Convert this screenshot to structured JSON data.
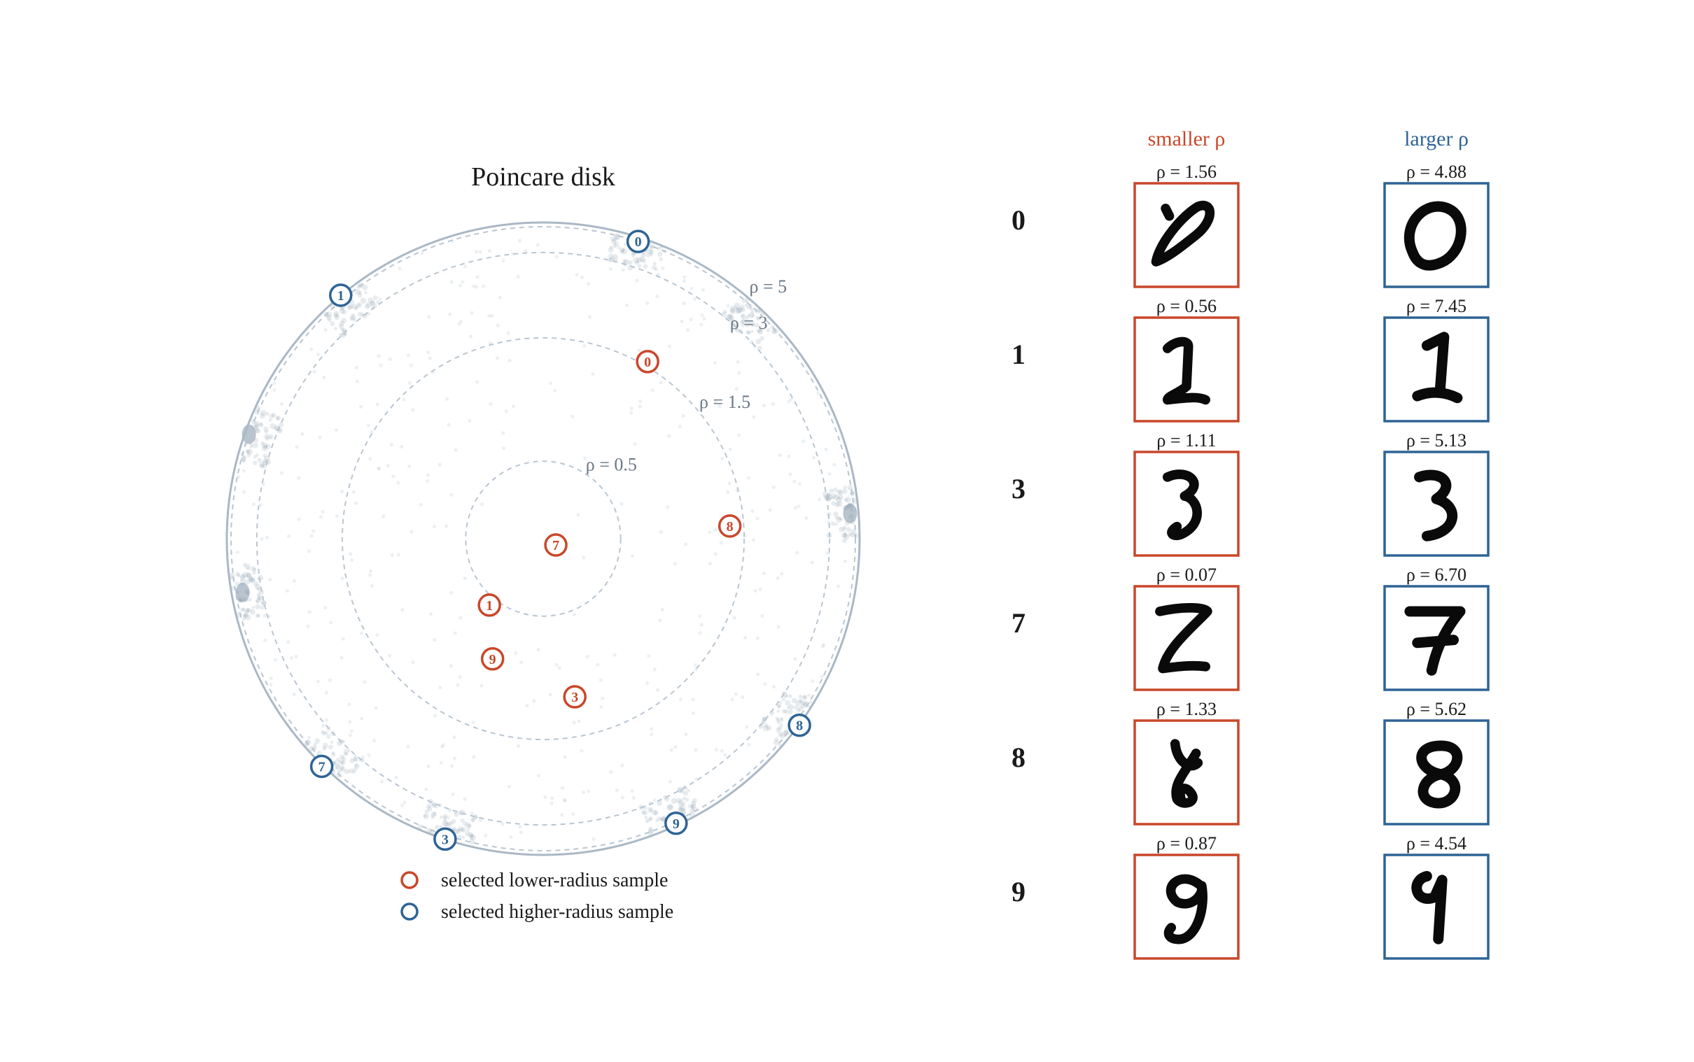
{
  "chart_data": [
    {
      "type": "scatter",
      "title": "Poincare disk",
      "xlim": [
        -1,
        1
      ],
      "ylim": [
        -1,
        1
      ],
      "disk_radius": 1.0,
      "contours": [
        {
          "rho": 0.5,
          "label": "ρ = 0.5"
        },
        {
          "rho": 1.5,
          "label": "ρ = 1.5"
        },
        {
          "rho": 3,
          "label": "ρ = 3"
        },
        {
          "rho": 5,
          "label": "ρ = 5"
        }
      ],
      "series": [
        {
          "name": "selected lower-radius sample",
          "color": "#c9472a",
          "points": [
            {
              "label": "0",
              "x": 0.33,
              "y": 0.56
            },
            {
              "label": "7",
              "x": 0.04,
              "y": -0.02
            },
            {
              "label": "8",
              "x": 0.59,
              "y": 0.04
            },
            {
              "label": "1",
              "x": -0.17,
              "y": -0.21
            },
            {
              "label": "9",
              "x": -0.16,
              "y": -0.38
            },
            {
              "label": "3",
              "x": 0.1,
              "y": -0.5
            }
          ]
        },
        {
          "name": "selected higher-radius sample",
          "color": "#2e6496",
          "points": [
            {
              "label": "0",
              "x": 0.3,
              "y": 0.94
            },
            {
              "label": "1",
              "x": -0.64,
              "y": 0.77
            },
            {
              "label": "8",
              "x": 0.81,
              "y": -0.59
            },
            {
              "label": "7",
              "x": -0.7,
              "y": -0.72
            },
            {
              "label": "3",
              "x": -0.31,
              "y": -0.95
            },
            {
              "label": "9",
              "x": 0.42,
              "y": -0.9
            }
          ]
        }
      ],
      "legend_position": "bottom-center"
    },
    {
      "type": "table",
      "column_headers": [
        "smaller ρ",
        "larger ρ"
      ],
      "rows": [
        {
          "digit": "0",
          "smaller": "ρ = 1.56",
          "larger": "ρ = 4.88"
        },
        {
          "digit": "1",
          "smaller": "ρ = 0.56",
          "larger": "ρ = 7.45"
        },
        {
          "digit": "3",
          "smaller": "ρ = 1.11",
          "larger": "ρ = 5.13"
        },
        {
          "digit": "7",
          "smaller": "ρ = 0.07",
          "larger": "ρ = 6.70"
        },
        {
          "digit": "8",
          "smaller": "ρ = 1.33",
          "larger": "ρ = 5.62"
        },
        {
          "digit": "9",
          "smaller": "ρ = 0.87",
          "larger": "ρ = 4.54"
        }
      ]
    }
  ],
  "colors": {
    "lower": "#c9472a",
    "higher": "#2e6496",
    "disk": "#a9b8c6",
    "contour": "#b9c6d2",
    "cloud": "#7f93a6"
  }
}
